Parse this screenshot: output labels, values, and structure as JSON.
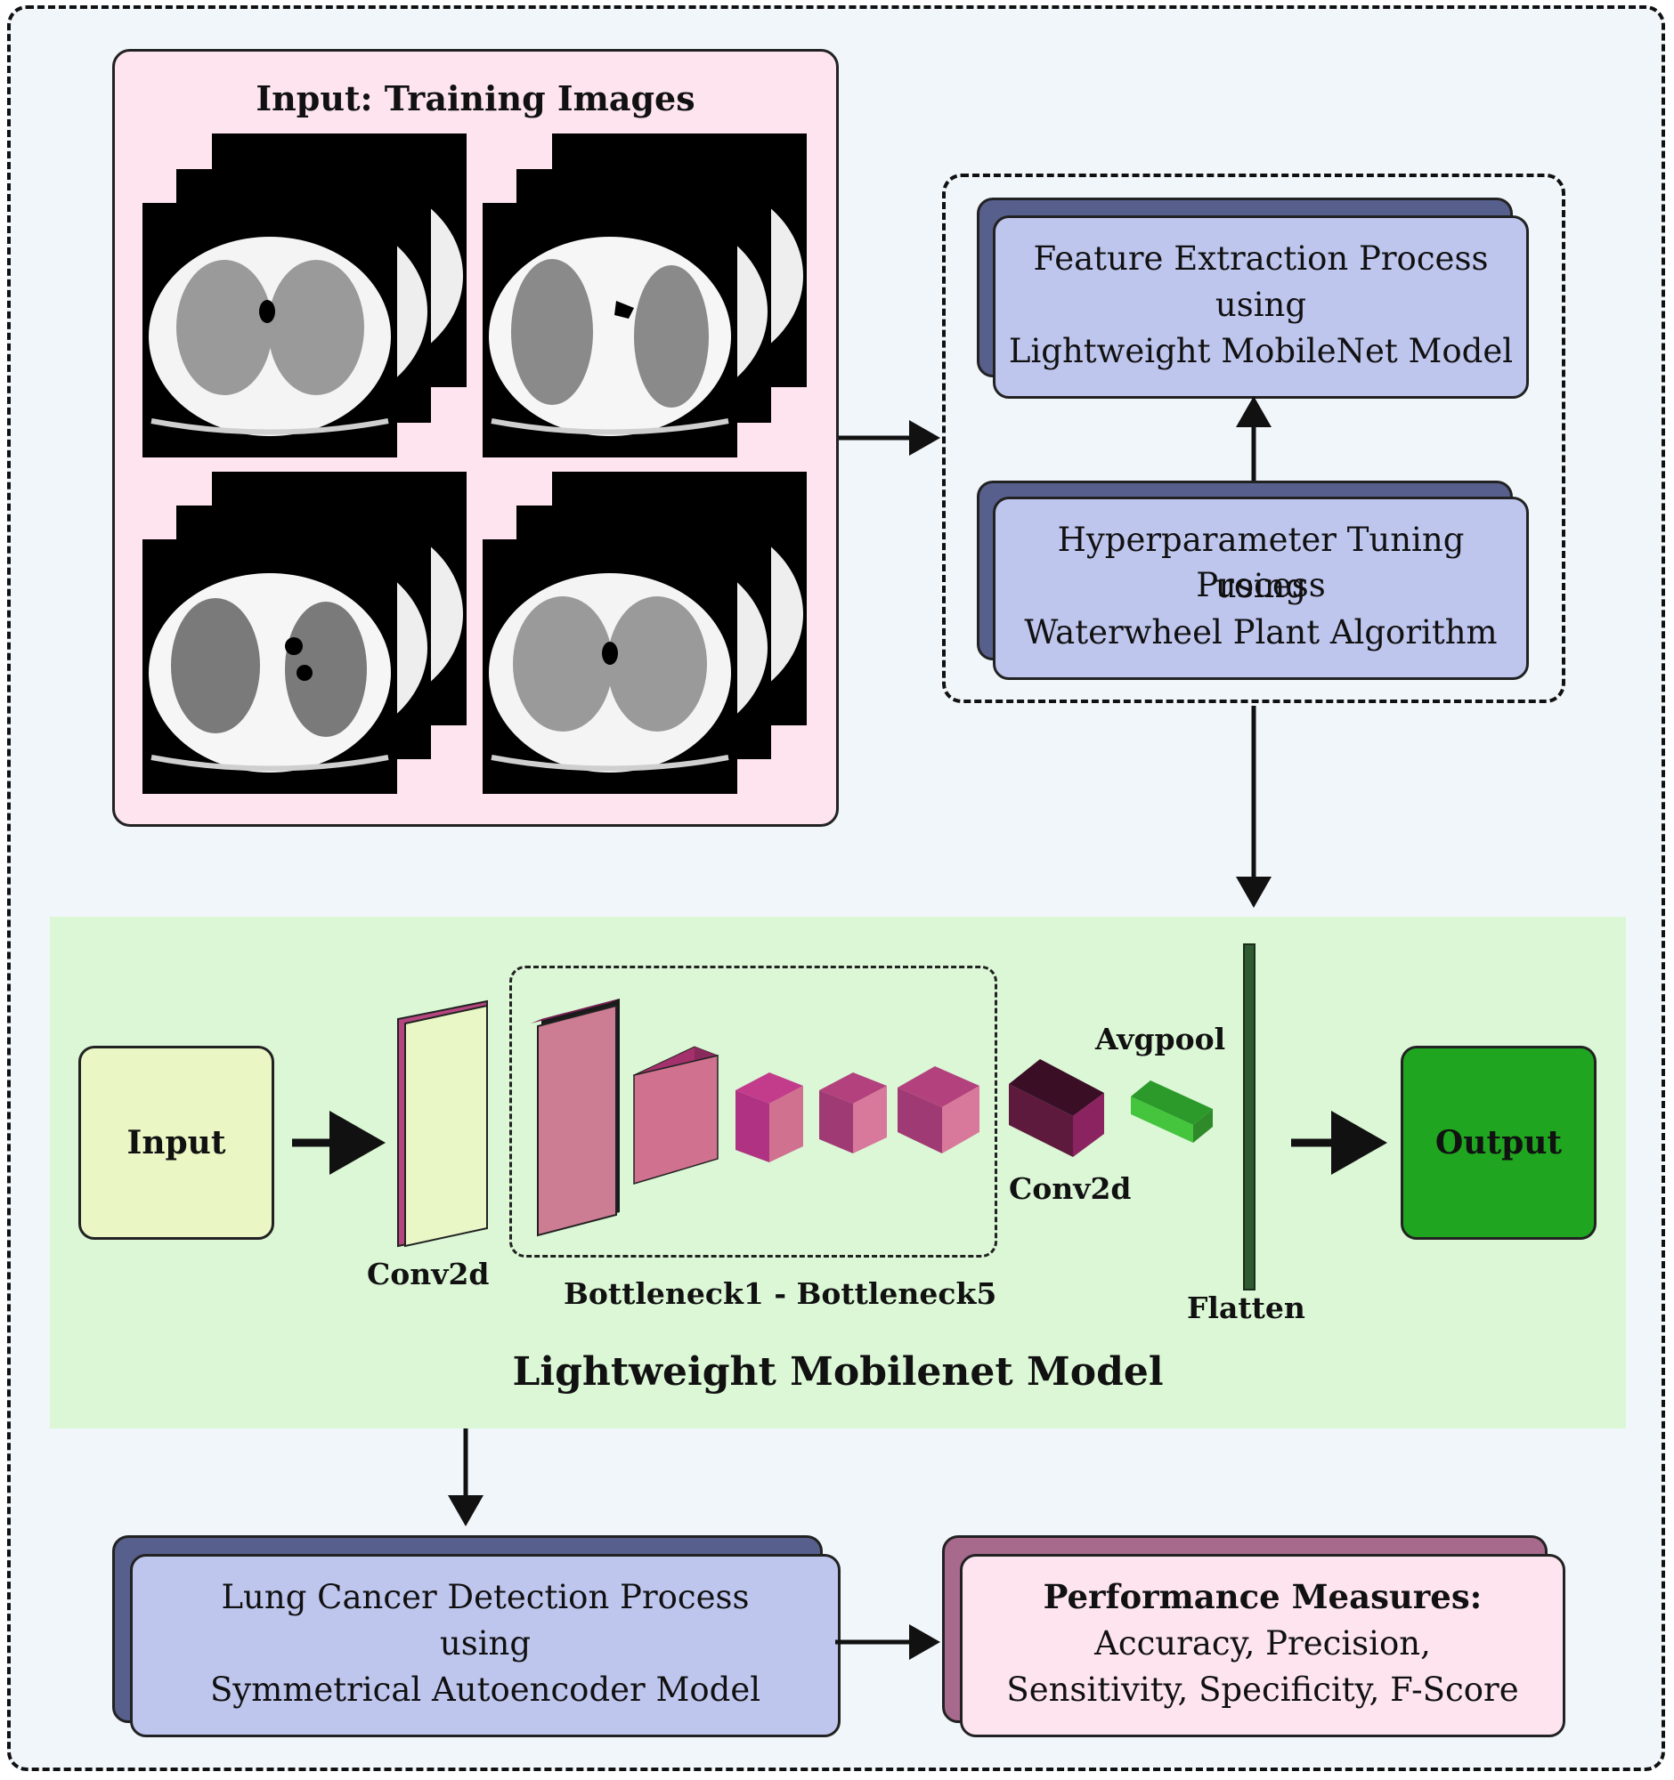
{
  "input_panel": {
    "title": "Input: Training Images"
  },
  "feature_extraction": {
    "line1": "Feature Extraction Process",
    "line2": "using",
    "line3": "Lightweight MobileNet Model"
  },
  "hyperparameter": {
    "line1": "Hyperparameter Tuning Process",
    "line2": "using",
    "line3": "Waterwheel Plant Algorithm"
  },
  "mobilenet": {
    "input_label": "Input",
    "conv2d_first": "Conv2d",
    "bottleneck_label": "Bottleneck1 - Bottleneck5",
    "conv2d_second": "Conv2d",
    "avgpool_label": "Avgpool",
    "flatten_label": "Flatten",
    "output_label": "Output",
    "title": "Lightweight Mobilenet Model"
  },
  "detection": {
    "line1": "Lung Cancer Detection Process",
    "line2": "using",
    "line3": "Symmetrical Autoencoder Model"
  },
  "performance": {
    "title": "Performance Measures:",
    "line2": "Accuracy, Precision,",
    "line3": "Sensitivity, Specificity, F-Score"
  },
  "colors": {
    "outer_bg": "#f1f6fb",
    "input_panel_bg": "#fde4ee",
    "card_blue": "#bfc6ee",
    "card_blue_shadow": "#575f8c",
    "card_pink": "#fde4ee",
    "card_pink_shadow": "#a86a8c",
    "model_panel_bg": "#dbf7d6",
    "input_box": "#eaf6c4",
    "output_box": "#1fa51f",
    "bottleneck": "#c45a8c",
    "flatten": "#2f5a32",
    "avgpool": "#3cc23a"
  }
}
